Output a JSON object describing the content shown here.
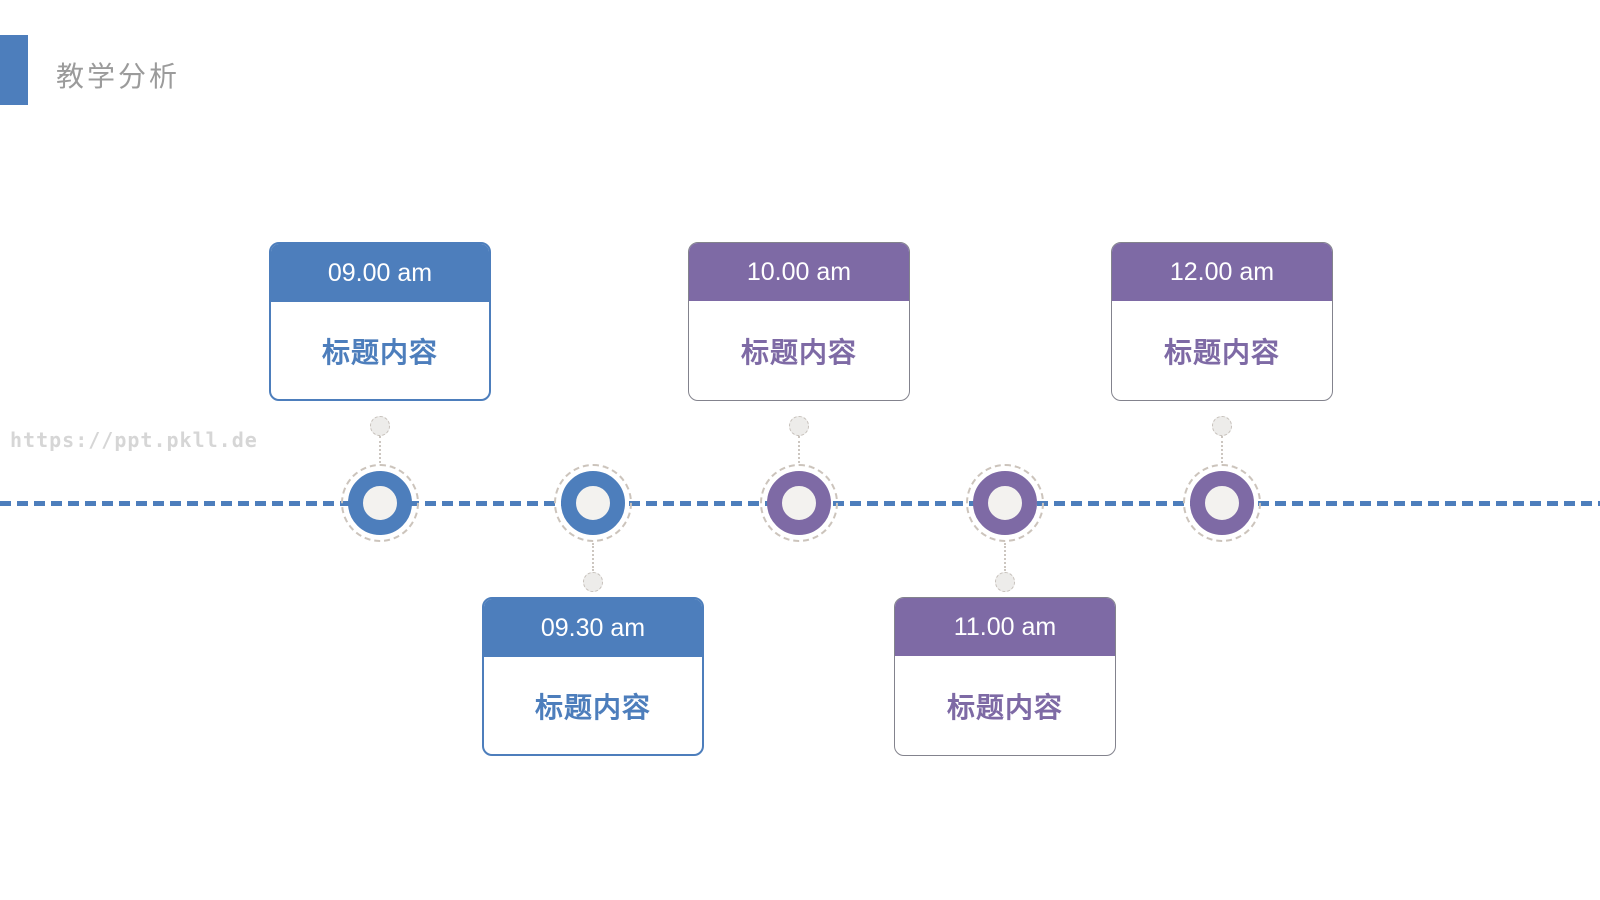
{
  "header": {
    "title": "教学分析",
    "accent_color": "#4d7ebc",
    "title_color": "#9b9b9b"
  },
  "watermark": {
    "text": "https://ppt.pkll.de"
  },
  "colors": {
    "blue": "#4d7ebc",
    "purple": "#7e6aa5",
    "timeline_line": "#4d7ebc",
    "purple_card_border": "#83838d"
  },
  "timeline": {
    "events": [
      {
        "time": "09.00 am",
        "title": "标题内容",
        "theme": "blue",
        "position": "top"
      },
      {
        "time": "09.30 am",
        "title": "标题内容",
        "theme": "blue",
        "position": "bottom"
      },
      {
        "time": "10.00 am",
        "title": "标题内容",
        "theme": "purple",
        "position": "top"
      },
      {
        "time": "11.00 am",
        "title": "标题内容",
        "theme": "purple",
        "position": "bottom"
      },
      {
        "time": "12.00 am",
        "title": "标题内容",
        "theme": "purple",
        "position": "top"
      }
    ]
  }
}
